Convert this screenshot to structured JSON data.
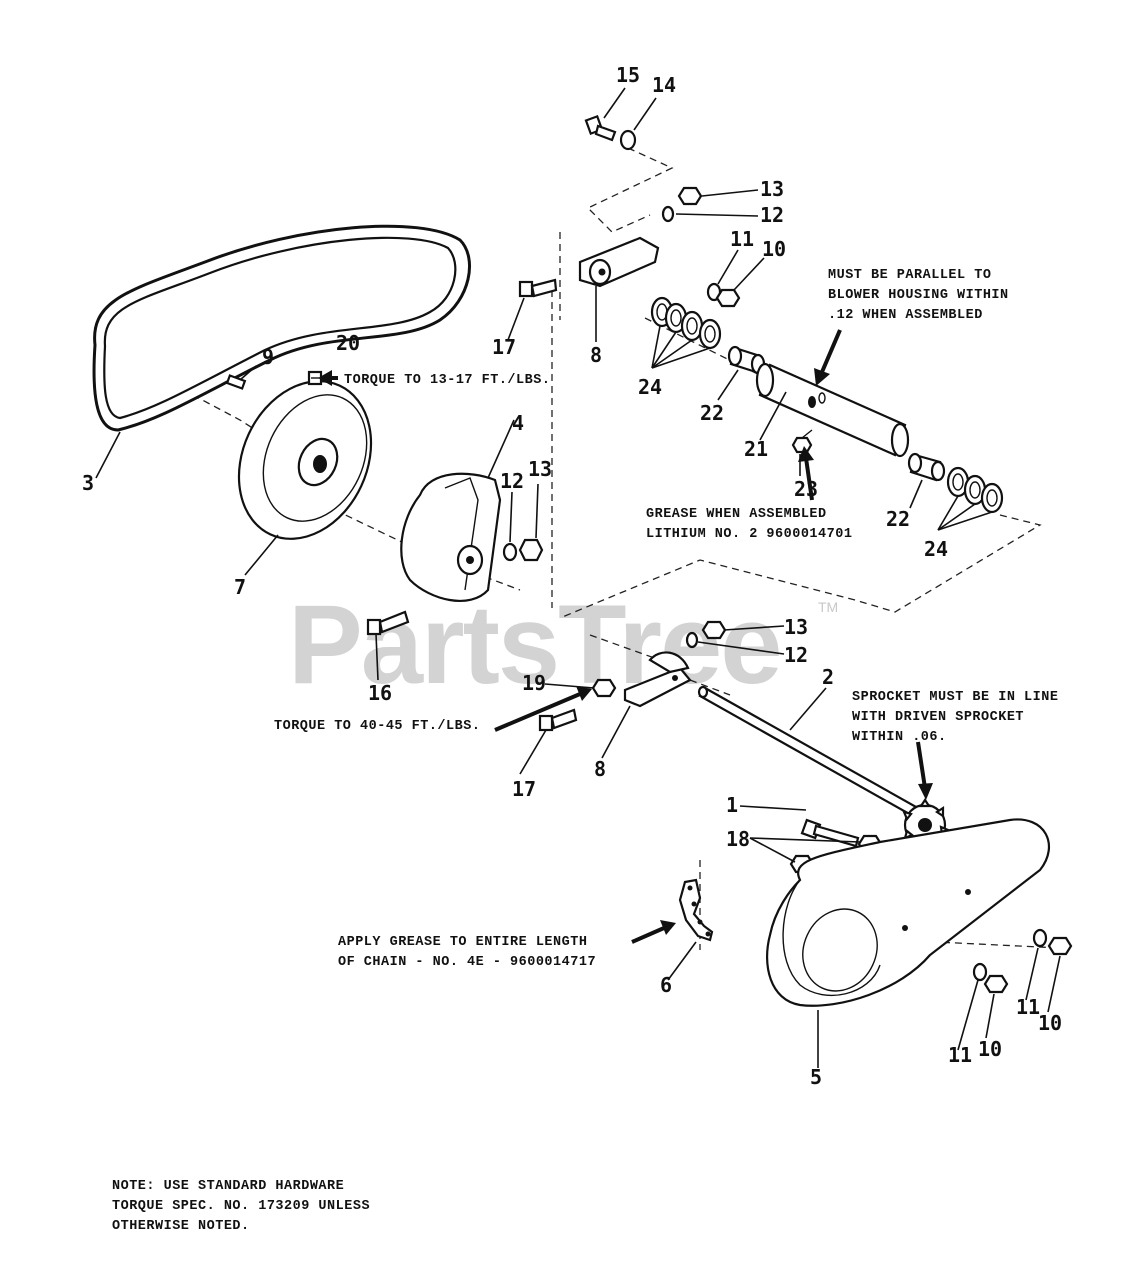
{
  "watermark": {
    "text": "PartsTree",
    "trademark": "TM"
  },
  "callouts": {
    "c1": "1",
    "c2": "2",
    "c3": "3",
    "c4": "4",
    "c5": "5",
    "c6": "6",
    "c7": "7",
    "c8a": "8",
    "c8b": "8",
    "c9": "9",
    "c10a": "10",
    "c10b": "10",
    "c10c": "10",
    "c11a": "11",
    "c11b": "11",
    "c11c": "11",
    "c12a": "12",
    "c12b": "12",
    "c12c": "12",
    "c13a": "13",
    "c13b": "13",
    "c13c": "13",
    "c14": "14",
    "c15": "15",
    "c16": "16",
    "c17a": "17",
    "c17b": "17",
    "c18": "18",
    "c19": "19",
    "c20": "20",
    "c21": "21",
    "c22a": "22",
    "c22b": "22",
    "c23": "23",
    "c24a": "24",
    "c24b": "24"
  },
  "notes": {
    "torque_20": "TORQUE TO 13-17 FT./LBS.",
    "parallel_line1": "MUST BE PARALLEL TO",
    "parallel_line2": "BLOWER HOUSING WITHIN",
    "parallel_line3": ".12  WHEN ASSEMBLED",
    "grease_line1": "GREASE WHEN ASSEMBLED",
    "grease_line2": "LITHIUM NO. 2  9600014701",
    "torque_19": "TORQUE TO 40-45 FT./LBS.",
    "sprocket_line1": "SPROCKET MUST BE IN LINE",
    "sprocket_line2": "WITH DRIVEN SPROCKET",
    "sprocket_line3": "WITHIN  .06.",
    "chain_line1": "APPLY GREASE TO ENTIRE LENGTH",
    "chain_line2": "OF CHAIN  -  NO. 4E - 9600014717",
    "footer_line1": "NOTE:  USE STANDARD HARDWARE",
    "footer_line2": "TORQUE SPEC. NO. 173209 UNLESS",
    "footer_line3": "OTHERWISE NOTED."
  }
}
